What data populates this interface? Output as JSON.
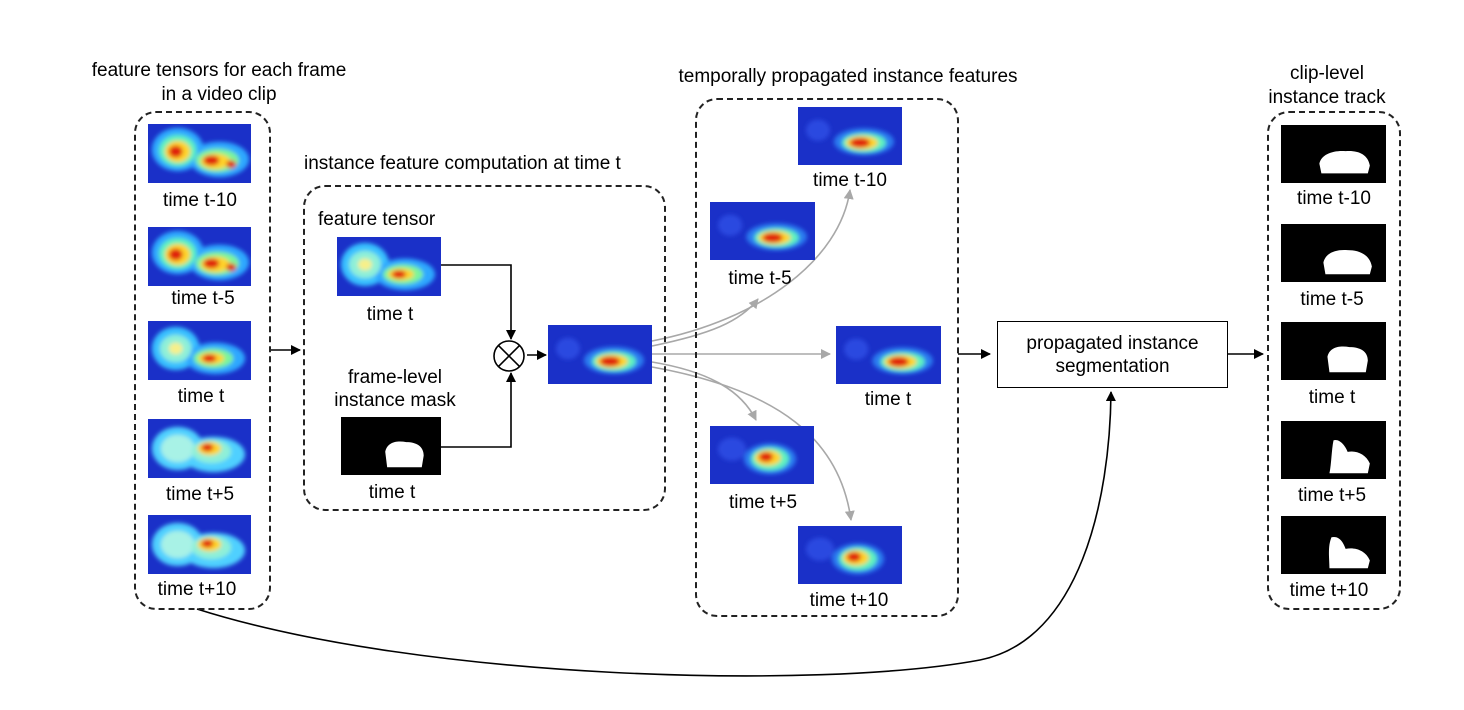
{
  "left_group": {
    "title_line1": "feature tensors for each frame",
    "title_line2": "in a video clip",
    "frames": [
      {
        "label": "time t-10"
      },
      {
        "label": "time t-5"
      },
      {
        "label": "time t"
      },
      {
        "label": "time t+5"
      },
      {
        "label": "time t+10"
      }
    ]
  },
  "middle_group": {
    "title": "instance feature computation at time t",
    "feature_tensor_label": "feature tensor",
    "feature_tensor_time": "time t",
    "mask_label_line1": "frame-level",
    "mask_label_line2": "instance mask",
    "mask_time": "time t",
    "operator_symbol": "⊗"
  },
  "propagated_group": {
    "title": "temporally propagated instance features",
    "frames": [
      {
        "label": "time t-10"
      },
      {
        "label": "time t-5"
      },
      {
        "label": "time t"
      },
      {
        "label": "time t+5"
      },
      {
        "label": "time t+10"
      }
    ]
  },
  "process_box": {
    "line1": "propagated instance",
    "line2": "segmentation"
  },
  "right_group": {
    "title_line1": "clip-level",
    "title_line2": "instance track",
    "frames": [
      {
        "label": "time t-10"
      },
      {
        "label": "time t-5"
      },
      {
        "label": "time t"
      },
      {
        "label": "time t+5"
      },
      {
        "label": "time t+10"
      }
    ]
  },
  "colors": {
    "heatmap_background": "#1a30c8",
    "heatmap_hot": "#e02010",
    "propagation_arrow": "#a8a8a8",
    "main_arrow": "#000000",
    "mask_background": "#000000",
    "mask_foreground": "#ffffff"
  }
}
